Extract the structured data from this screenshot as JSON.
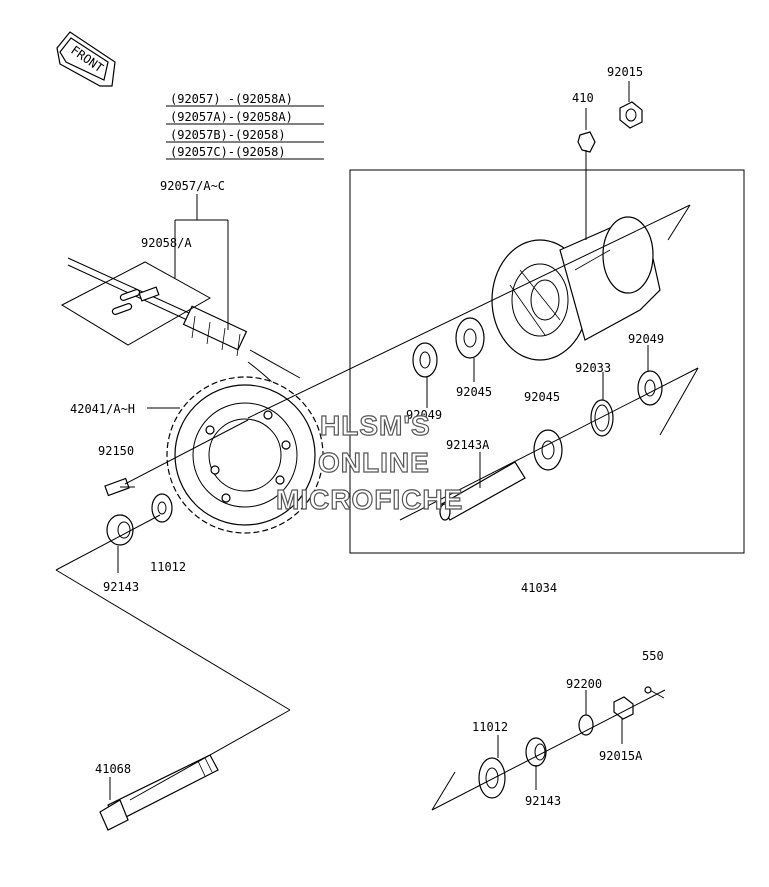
{
  "front_badge": "FRONT",
  "legend_rows": [
    "(92057) -(92058A)",
    "(92057A)-(92058A)",
    "(92057B)-(92058)",
    "(92057C)-(92058)"
  ],
  "parts": {
    "p410": "410",
    "p92015": "92015",
    "p92057": "92057/A~C",
    "p92058": "92058/A",
    "p92049_r": "92049",
    "p92045_a": "92045",
    "p92033": "92033",
    "p92049_l": "92049",
    "p92045_b": "92045",
    "p42041": "42041/A~H",
    "p92143A": "92143A",
    "p92150": "92150",
    "p11012_a": "11012",
    "p92143_a": "92143",
    "p41034": "41034",
    "p550": "550",
    "p92200": "92200",
    "p11012_b": "11012",
    "p92015A": "92015A",
    "p92143_b": "92143",
    "p41068": "41068"
  },
  "watermark": [
    "HLSM'S",
    "ONLINE",
    "MICROFICHE"
  ]
}
